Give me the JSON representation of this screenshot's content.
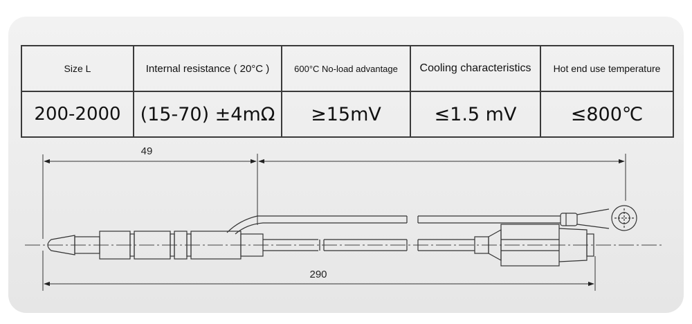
{
  "table": {
    "headers": [
      "Size L",
      "Internal resistance ( 20°C )",
      "600°C No-load advantage",
      "Cooling characteristics",
      "Hot end use temperature"
    ],
    "values": [
      "200-2000",
      "(15-70) ±4mΩ",
      "≥15mV",
      "≤1.5 mV",
      "≤800℃"
    ]
  },
  "drawing": {
    "dimension_top": "49",
    "dimension_bottom": "290"
  }
}
